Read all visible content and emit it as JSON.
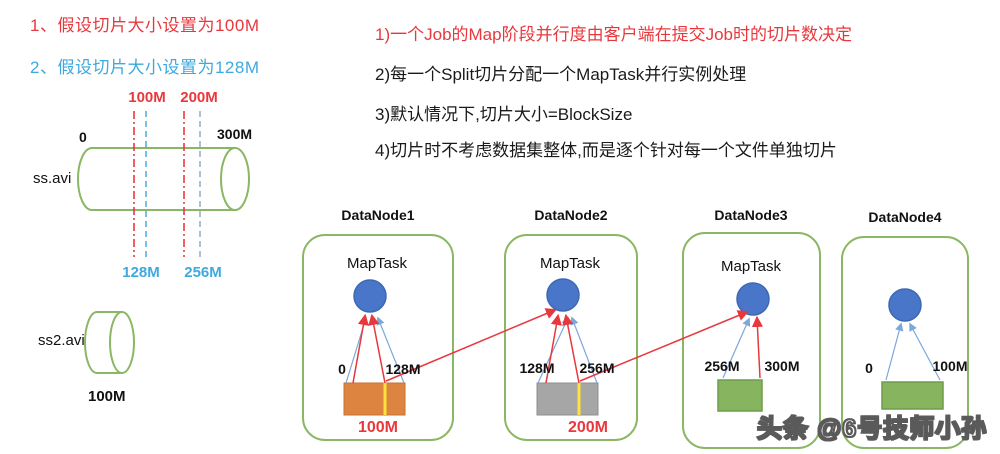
{
  "assumptions": [
    {
      "text": "1、假设切片大小设置为100M",
      "color": "#e8383d"
    },
    {
      "text": "2、假设切片大小设置为128M",
      "color": "#3fa9dd"
    }
  ],
  "notes": [
    {
      "text": "1)一个Job的Map阶段并行度由客户端在提交Job时的切片数决定",
      "color": "#e8383d"
    },
    {
      "text": "2)每一个Split切片分配一个MapTask并行实例处理",
      "color": "#1a1a1a"
    },
    {
      "text": "3)默认情况下,切片大小=BlockSize",
      "color": "#1a1a1a"
    },
    {
      "text": "4)切片时不考虑数据集整体,而是逐个针对每一个文件单独切片",
      "color": "#1a1a1a"
    }
  ],
  "file1": {
    "name": "ss.avi",
    "start": "0",
    "end": "300M",
    "red_marks": [
      "100M",
      "200M"
    ],
    "blue_marks": [
      "128M",
      "256M"
    ]
  },
  "file2": {
    "name": "ss2.avi",
    "size": "100M"
  },
  "datanodes": [
    {
      "title": "DataNode1",
      "task": "MapTask",
      "range_start": "0",
      "range_end": "128M",
      "split_size": "100M"
    },
    {
      "title": "DataNode2",
      "task": "MapTask",
      "range_start": "128M",
      "range_end": "256M",
      "split_size": "200M"
    },
    {
      "title": "DataNode3",
      "task": "MapTask",
      "range_start": "256M",
      "range_end": "300M"
    },
    {
      "title": "DataNode4",
      "range_start": "0",
      "range_end": "100M"
    }
  ],
  "watermark": "头条 @6号技师小孙",
  "colors": {
    "red": "#e8383d",
    "light_blue": "#3fa9dd",
    "green_outline": "#8ab763",
    "node_circle_blue": "#4a76c9",
    "block_orange": "#dd8440",
    "block_gray": "#a6a6a6",
    "block_green": "#87b45e",
    "split_marker_yellow": "#ffe23b",
    "arrow_blue": "#7da7d9"
  }
}
